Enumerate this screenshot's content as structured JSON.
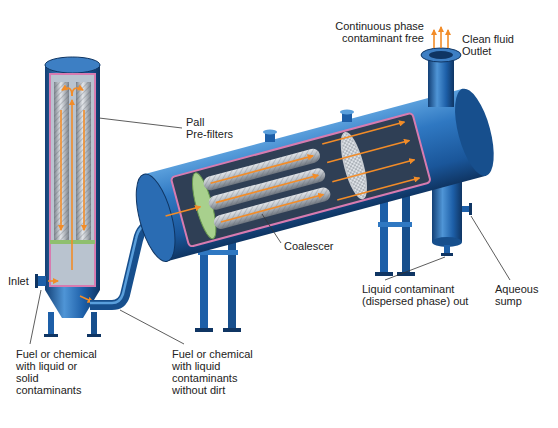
{
  "diagram": {
    "labels": [
      "Continuous phase contaminant free",
      "Clean fluid Outlet",
      "Pall Pre-filters",
      "Inlet",
      "Coalescer",
      "Liquid contaminant (dispersed phase) out",
      "Aqueous sump",
      "Fuel or chemical with liquid or solid contaminants",
      "Fuel or chemical with liquid contaminants without dirt"
    ]
  }
}
